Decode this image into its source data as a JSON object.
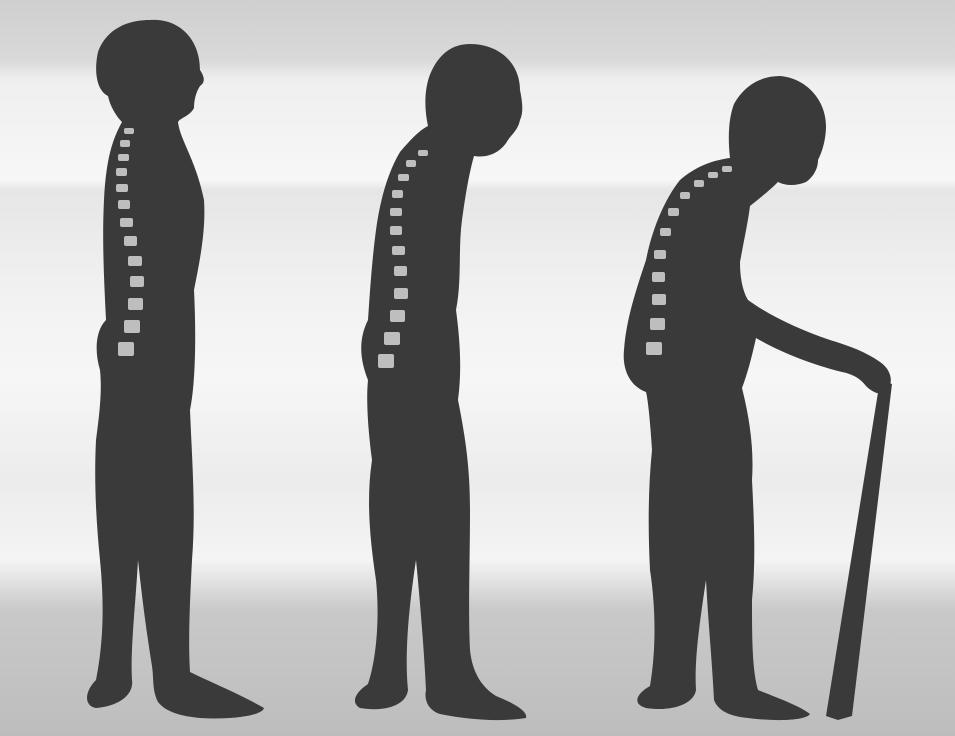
{
  "image": {
    "subject": "osteoporosis-posture-progression",
    "figures": [
      {
        "id": "upright"
      },
      {
        "id": "stooped"
      },
      {
        "id": "hunched-with-cane"
      }
    ],
    "colors": {
      "silhouette": "#3a3a3a",
      "vertebra": "#d8d8d8",
      "background_light": "#f4f4f4",
      "background_dark": "#c4c4c4"
    }
  }
}
